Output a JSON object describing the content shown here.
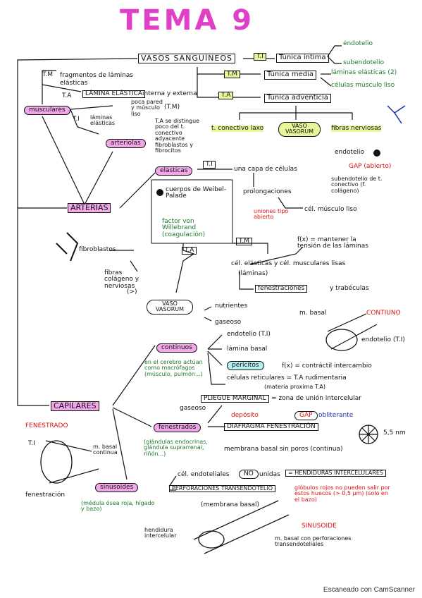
{
  "title": "TEMA 9",
  "footer": "Escaneado con CamScanner",
  "tags": {
    "ti": "T.I",
    "tm": "T.M",
    "ta": "T.A"
  },
  "top": {
    "vasos": "VASOS SANGUÍNEOS",
    "tunica_intima": "Túnica íntima",
    "tunica_media": "Túnica media",
    "tunica_adventicia": "Túnica adventicia",
    "intima_items": [
      "endotelio",
      "subendotelio"
    ],
    "media_items": [
      "láminas elásticas (2)",
      "células músculo liso"
    ],
    "adventicia_items": [
      "t. conectivo laxo",
      "VASO VASORUM",
      "fibras nerviosas"
    ]
  },
  "musculares": {
    "label": "musculares",
    "tm_items": [
      "fragmentos de láminas",
      "elásticas"
    ],
    "lamina": "LÁMINA ELÁSTICA",
    "lamina_suffix": "interna y externa",
    "ti_label": "láminas elásticas",
    "pared_note": "poca pared y músculo liso",
    "tm_note": "(T.M)"
  },
  "arteriolas": {
    "label": "arteriolas",
    "ta_note": "T.A se distingue poco del t. conectivo adyacente fibroblastos y fibrocitos"
  },
  "arterias": {
    "label": "ARTERIAS",
    "fibroblastos": "fibroblastos",
    "fibras": "fibras colágeno y nerviosas",
    "fibras_note": "(>)"
  },
  "elasticas": {
    "label": "elásticas",
    "ti_desc": "una capa de células",
    "endotelio": "endotelio",
    "gap": "GAP (abierto)",
    "subendotelio": "subendotelio de t. conectivo (f. colágeno)",
    "prolongaciones": "prolongaciones",
    "cel_musculo": "cél. músculo liso",
    "uniones": "uniones tipo abierto",
    "weibel": "cuerpos de Weibel-Palade",
    "factor": "factor von Willebrand (coagulación)",
    "fx": "f(x) = mantener la tensión de las láminas",
    "cel_elasticas": "cél. elásticas y cél. musculares lisas",
    "laminas": "(láminas)",
    "fenestraciones": "fenestraciones",
    "trabeculas": "y trabéculas",
    "vaso_vasorum": "VASO VASORUM",
    "nutrientes": "nutrientes",
    "gaseoso": "gaseoso"
  },
  "continuos": {
    "label": "continuos",
    "endotelio": "endotelio (T.I)",
    "lamina_basal": "lámina basal",
    "pericitos": "pericitos",
    "fx": "f(x) = contráctil intercambio",
    "celulas_reticulares": "células reticulares = T.A rudimentaria",
    "materia": "(materia proxima T.A)",
    "cerebro": "en el cerebro actúan como macrófagos (músculo, pulmón...)",
    "pliegue": "PLIEGUE MARGINAL",
    "zona": "= zona de unión intercelular",
    "contiuno": "CONTIUNO",
    "mbasal": "m. basal",
    "endotelio_ti": "endotelio (T.I)"
  },
  "capilares": {
    "label": "CAPILARES",
    "fenestrado": "FENESTRADO",
    "ti": "T.I",
    "mbasal": "m. basal continua",
    "fenestracion": "fenestración"
  },
  "fenestrados": {
    "label": "fenestrados",
    "gaseoso": "gaseoso",
    "deposito": "depósito",
    "gap": "GAP",
    "obliterante": "obliterante",
    "diafragma": "DIAFRAGMA FENESTRACIÓN",
    "size": "5,5 nm",
    "glandulas": "(glándulas endocrinas, glándula suprarrenal, riñón...)",
    "membrana": "membrana basal sin poros (continua)"
  },
  "sinusoides": {
    "label": "sinusoides",
    "cel_endoteliales": "cél. endoteliales",
    "no": "NO",
    "unidas": "unidas",
    "hendiduras": "= HENDIDURAS INTERCELULARES",
    "perforaciones": "PERFORACIONES TRANSENDOTELIO",
    "membrana_basal": "(membrana basal)",
    "globulos": "glóbulos rojos no pueden salir por estos huecos (> 0,5 µm) (solo en el bazo)",
    "medula": "(médula ósea roja, hígado y bazo)",
    "sinusoide": "SINUSOIDE",
    "hendidura": "hendidura intercelular",
    "mbasal": "m. basal con perforaciones transendoteliales"
  }
}
